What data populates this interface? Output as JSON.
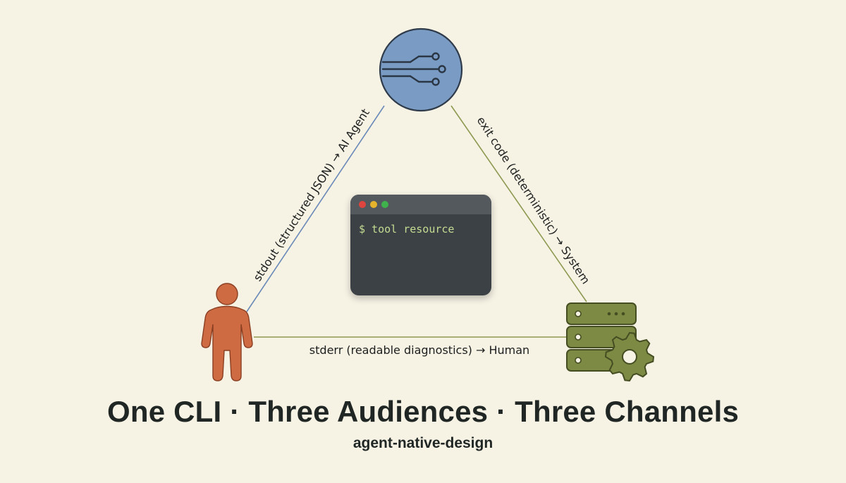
{
  "diagram": {
    "title": "One CLI · Three Audiences · Three Channels",
    "subtitle": "agent-native-design",
    "terminal": {
      "command": "$ tool resource"
    },
    "edges": {
      "stdout_label": "stdout (structured JSON) → AI Agent",
      "exit_label": "exit code (deterministic) → System",
      "stderr_label": "stderr (readable diagnostics) → Human"
    },
    "nodes": {
      "agent_icon": "circuit-icon",
      "human_icon": "person-icon",
      "system_icon": "server-gear-icon"
    },
    "colors": {
      "background": "#f6f2e4",
      "agent": "#7a9cc4",
      "human": "#cf6b43",
      "system": "#7d8a44",
      "terminal": "#3b4144",
      "terminal_text": "#c6dc92",
      "edge_blue": "#6a8ab8",
      "edge_olive": "#8e9a52"
    }
  }
}
